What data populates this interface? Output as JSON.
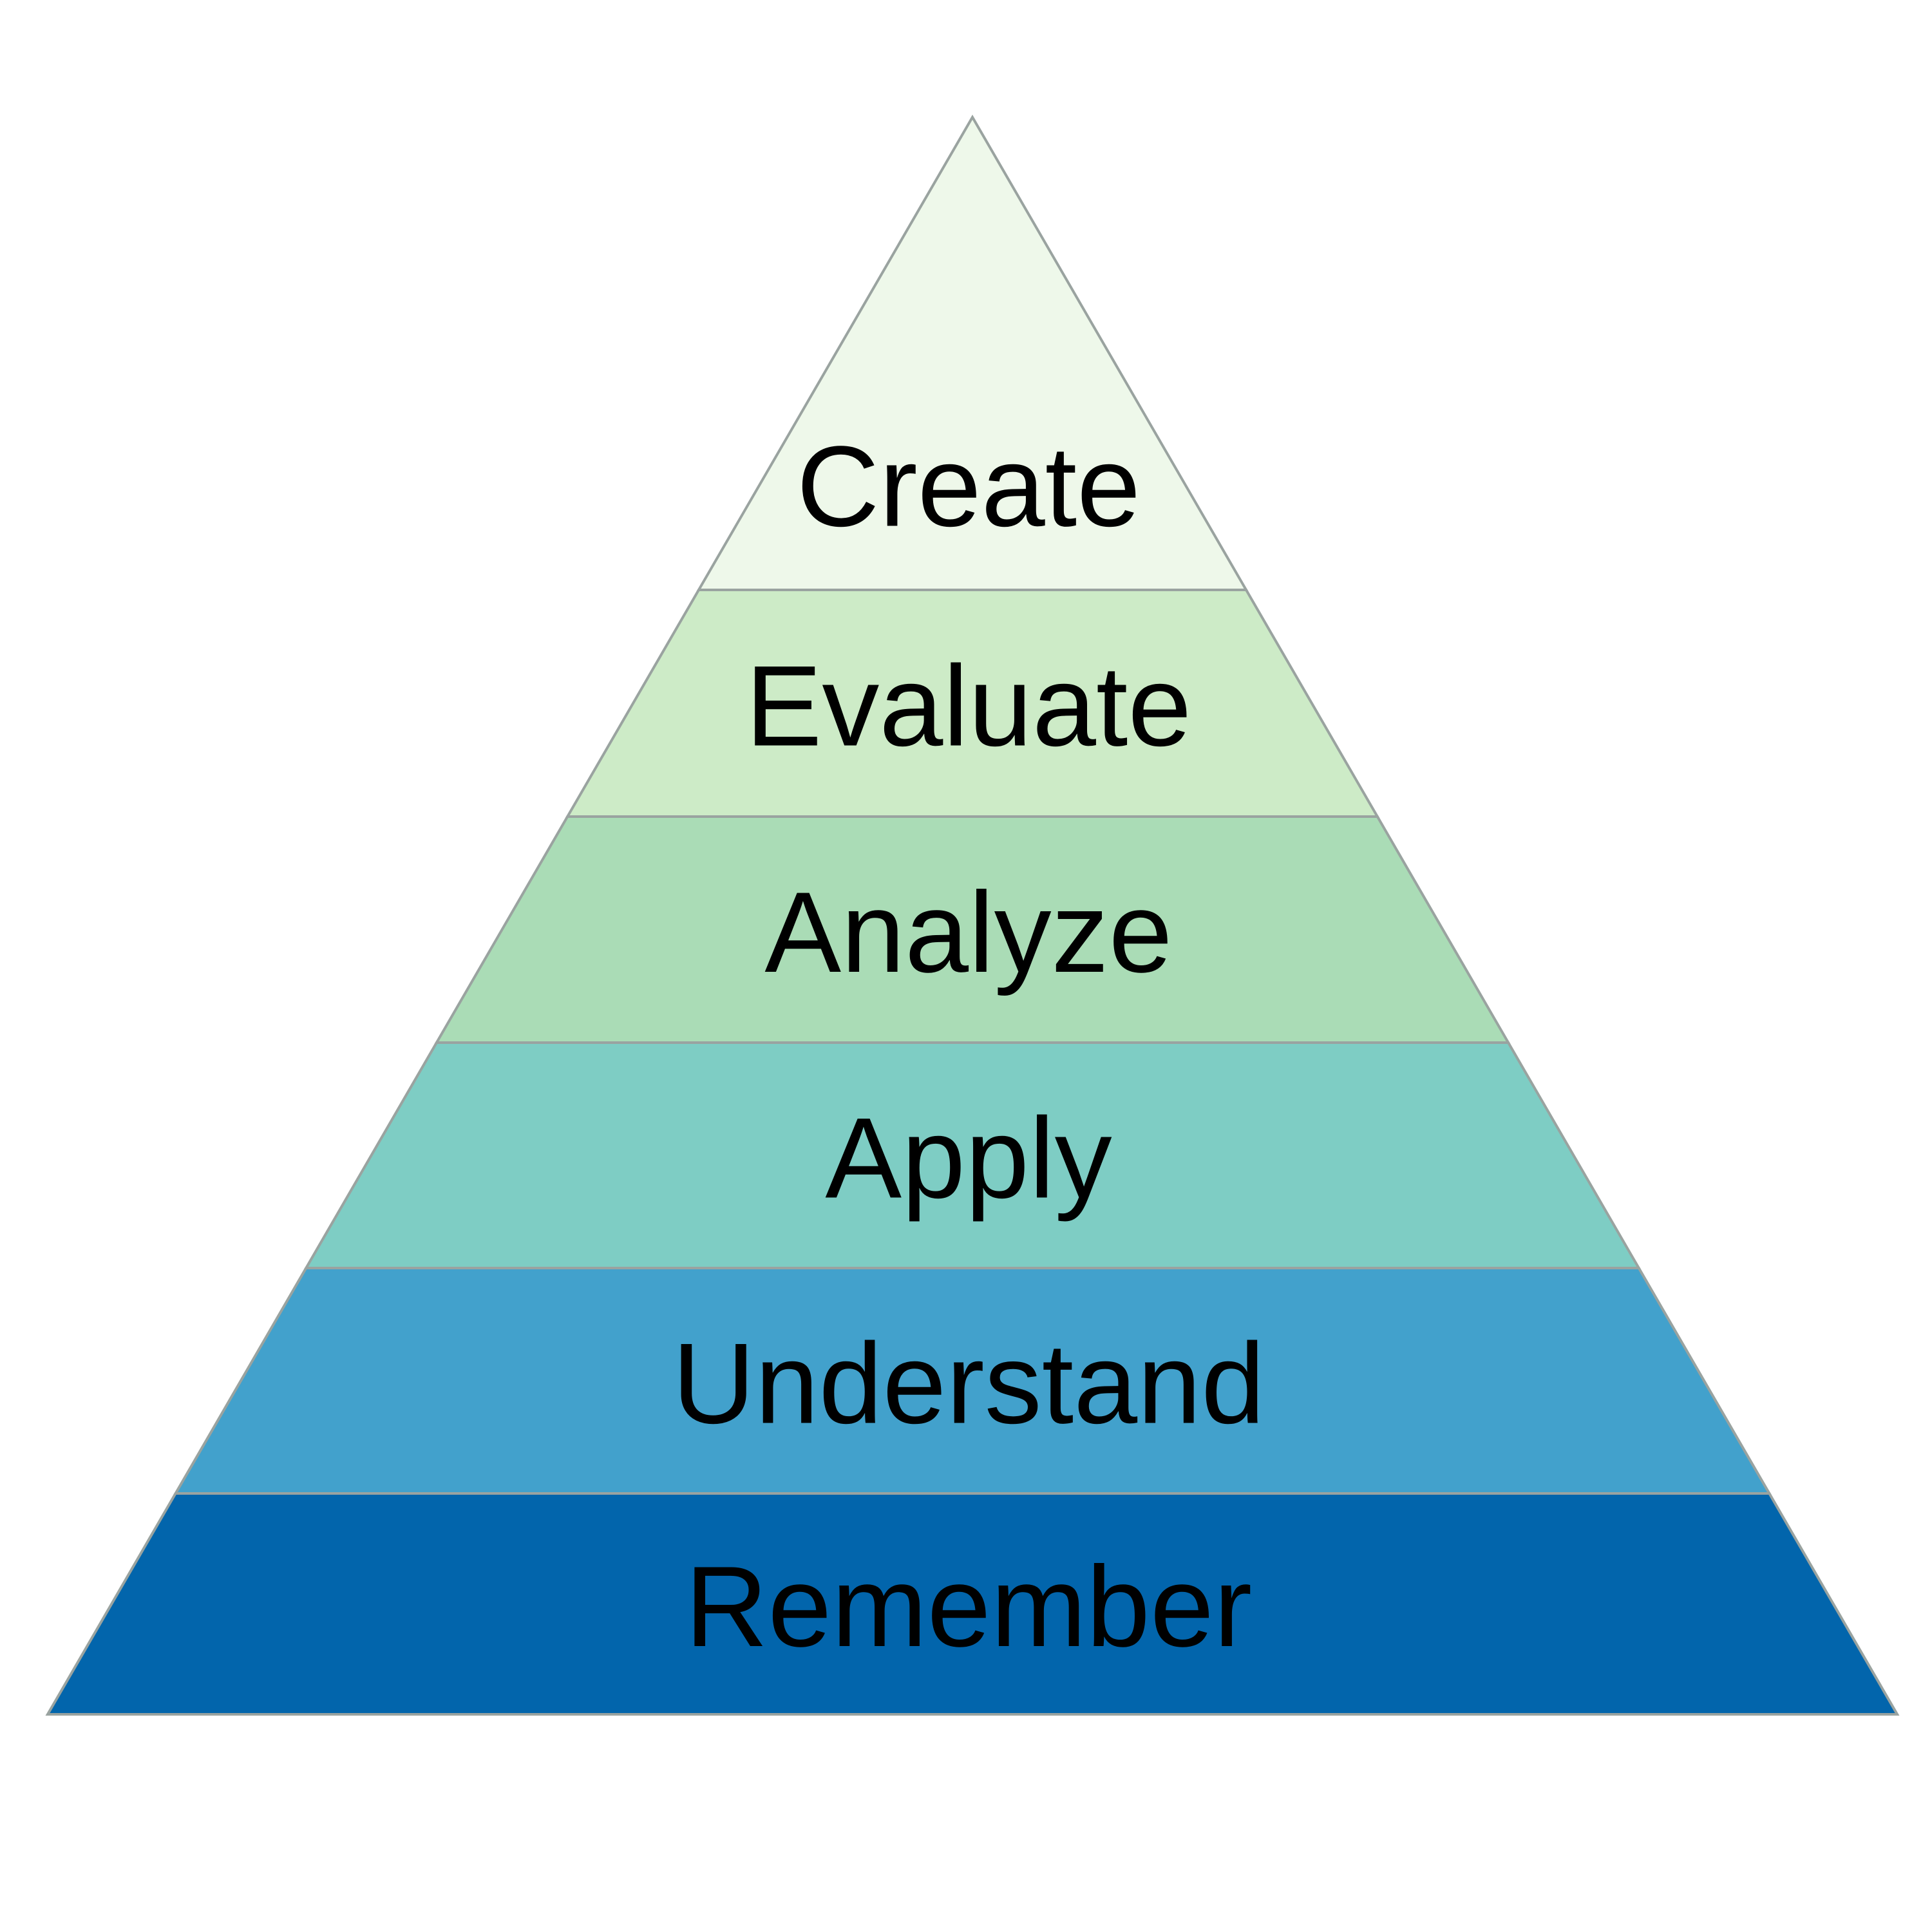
{
  "pyramid": {
    "levels": [
      {
        "label": "Create",
        "color": "#eef8ea"
      },
      {
        "label": "Evaluate",
        "color": "#cdebc7"
      },
      {
        "label": "Analyze",
        "color": "#aadcb6"
      },
      {
        "label": "Apply",
        "color": "#7ecdc4"
      },
      {
        "label": "Understand",
        "color": "#42a1cc"
      },
      {
        "label": "Remember",
        "color": "#0265ac"
      }
    ]
  }
}
